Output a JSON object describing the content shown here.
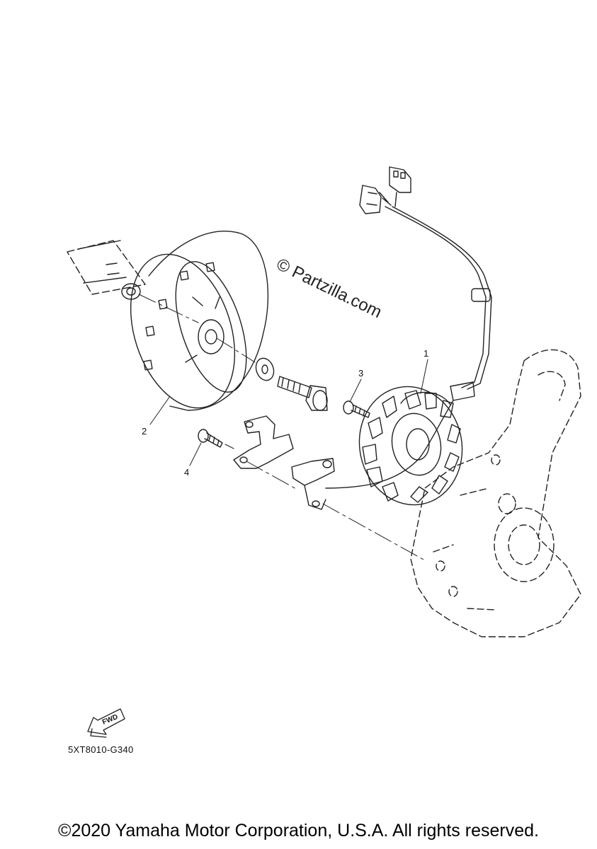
{
  "watermark": "© Partzilla.com",
  "callouts": [
    {
      "id": "1",
      "label": "1"
    },
    {
      "id": "2",
      "label": "2"
    },
    {
      "id": "3",
      "label": "3"
    },
    {
      "id": "4",
      "label": "4"
    }
  ],
  "fwd_arrow_label": "FWD",
  "diagram_code": "5XT8010-G340",
  "copyright": "©2020 Yamaha Motor Corporation, U.S.A. All rights reserved."
}
